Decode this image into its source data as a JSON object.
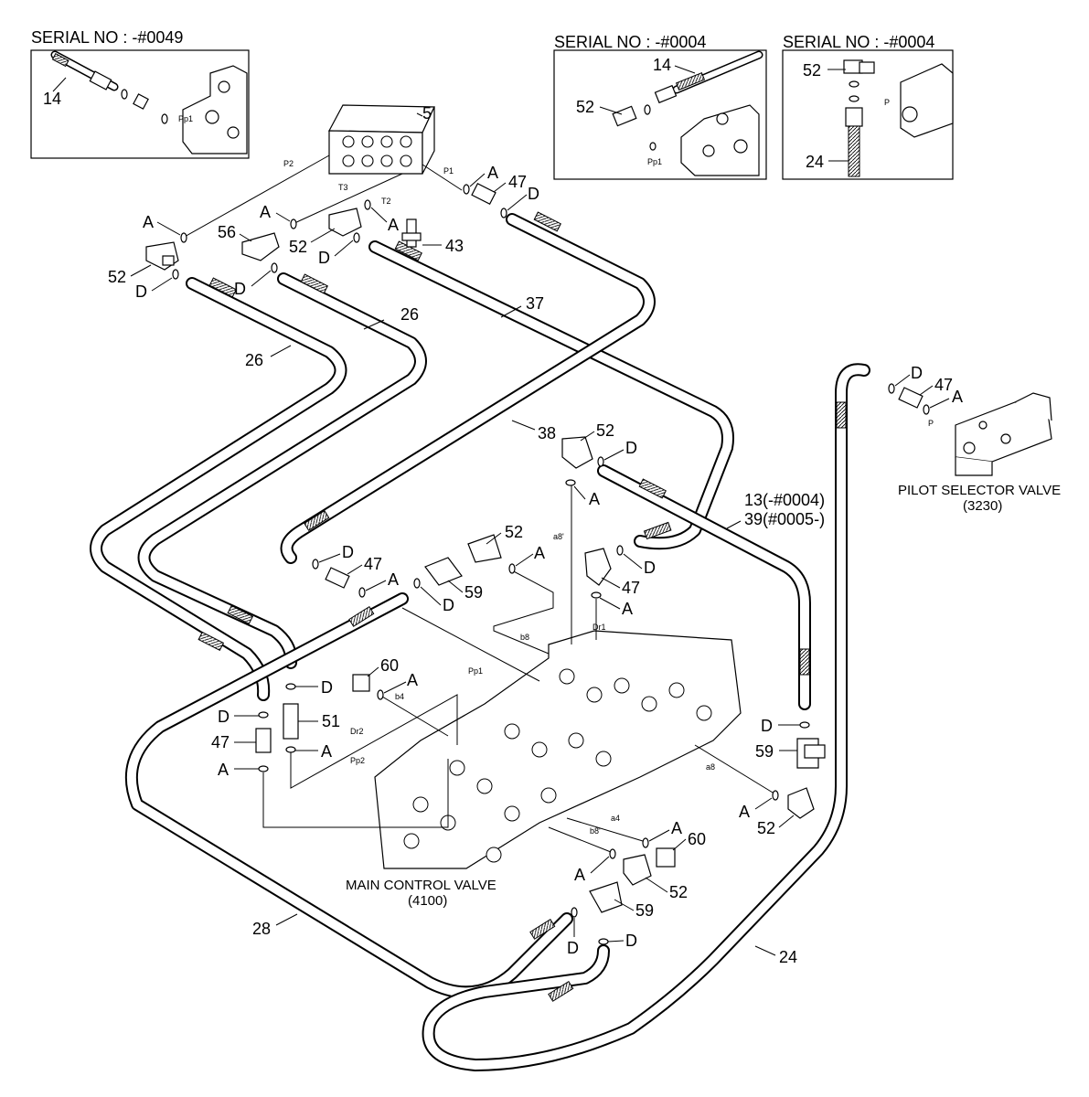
{
  "insets": [
    {
      "title": "SERIAL NO : -#0049",
      "parts": [
        "14"
      ]
    },
    {
      "title": "SERIAL NO : -#0004",
      "parts": [
        "14",
        "52"
      ],
      "port": "Pp1"
    },
    {
      "title": "SERIAL NO : -#0004",
      "parts": [
        "52",
        "24"
      ],
      "port": "P"
    }
  ],
  "inset1_port": "Pp1",
  "callouts": {
    "c5": "5",
    "c47a": "47",
    "c43": "43",
    "c56": "56",
    "c52a": "52",
    "c52b": "52",
    "c26a": "26",
    "c26b": "26",
    "c37": "37",
    "c38": "38",
    "c52c": "52",
    "c52d": "52",
    "c47b": "47",
    "c47c": "47",
    "c59a": "59",
    "c47d": "47",
    "c13": "13(-#0004)",
    "c39": "39(#0005-)",
    "c60a": "60",
    "c51": "51",
    "c47e": "47",
    "c59b": "59",
    "c52e": "52",
    "c60b": "60",
    "c52f": "52",
    "c59c": "59",
    "c28": "28",
    "c24": "24"
  },
  "letters": {
    "A": "A",
    "D": "D"
  },
  "ports": {
    "P1": "P1",
    "P2": "P2",
    "T2": "T2",
    "T3": "T3",
    "P": "P",
    "Pp1": "Pp1",
    "Pp2": "Pp2",
    "Dr1": "Dr1",
    "Dr2": "Dr2",
    "a4": "a4",
    "b4": "b4",
    "a8": "a8'",
    "a8b": "a8",
    "b8": "b8",
    "b8b": "b8'"
  },
  "main_valve": {
    "name": "MAIN CONTROL VALVE",
    "code": "(4100)"
  },
  "pilot_valve": {
    "name": "PILOT SELECTOR VALVE",
    "code": "(3230)"
  }
}
